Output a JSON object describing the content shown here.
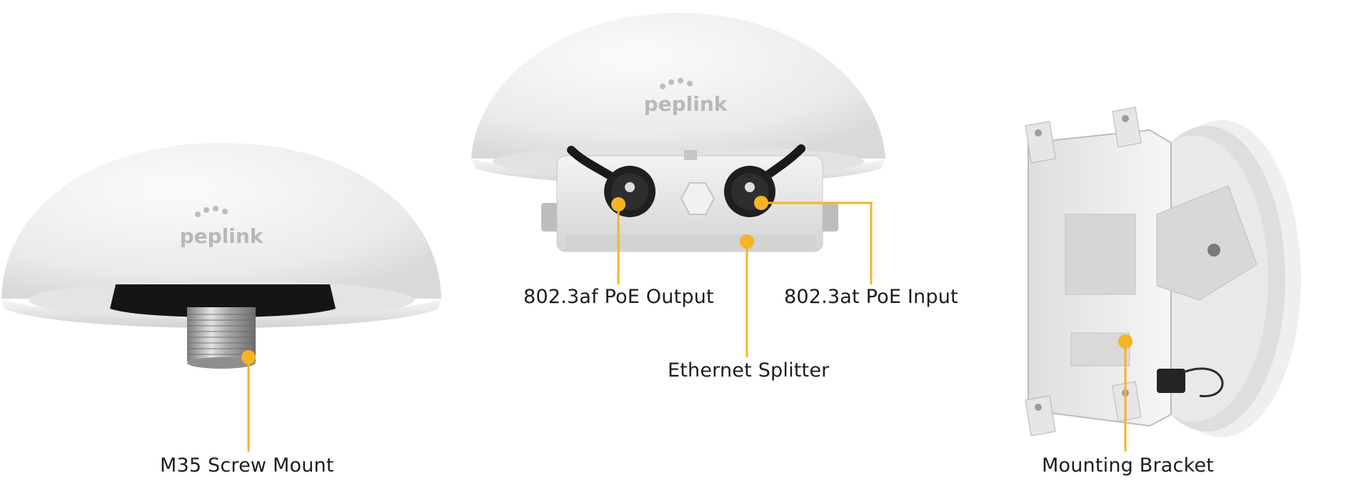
{
  "brand": {
    "logo_text": "peplink"
  },
  "colors": {
    "callout": "#f5b325",
    "dome": "#ededed",
    "text": "#1c1c1c"
  },
  "callouts": {
    "m35_screw_mount": "M35 Screw Mount",
    "poe_output": "802.3af PoE Output",
    "poe_input": "802.3at PoE Input",
    "ethernet_splitter": "Ethernet Splitter",
    "mounting_bracket": "Mounting Bracket"
  }
}
